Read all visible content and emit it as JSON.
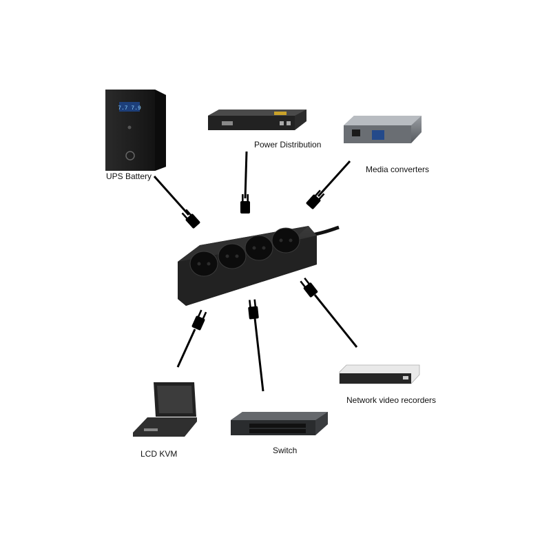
{
  "devices": [
    {
      "id": "ups",
      "label": "UPS Battery"
    },
    {
      "id": "pdu",
      "label": "Power Distribution"
    },
    {
      "id": "media",
      "label": "Media converters"
    },
    {
      "id": "nvr",
      "label": "Network video recorders"
    },
    {
      "id": "switch",
      "label": "Switch"
    },
    {
      "id": "kvm",
      "label": "LCD KVM"
    }
  ],
  "ups_display": "7.7 7.9",
  "colors": {
    "device_dark": "#1c1c1c",
    "lcd_blue": "#3a7fd9",
    "cable": "#000000",
    "background": "#ffffff"
  }
}
